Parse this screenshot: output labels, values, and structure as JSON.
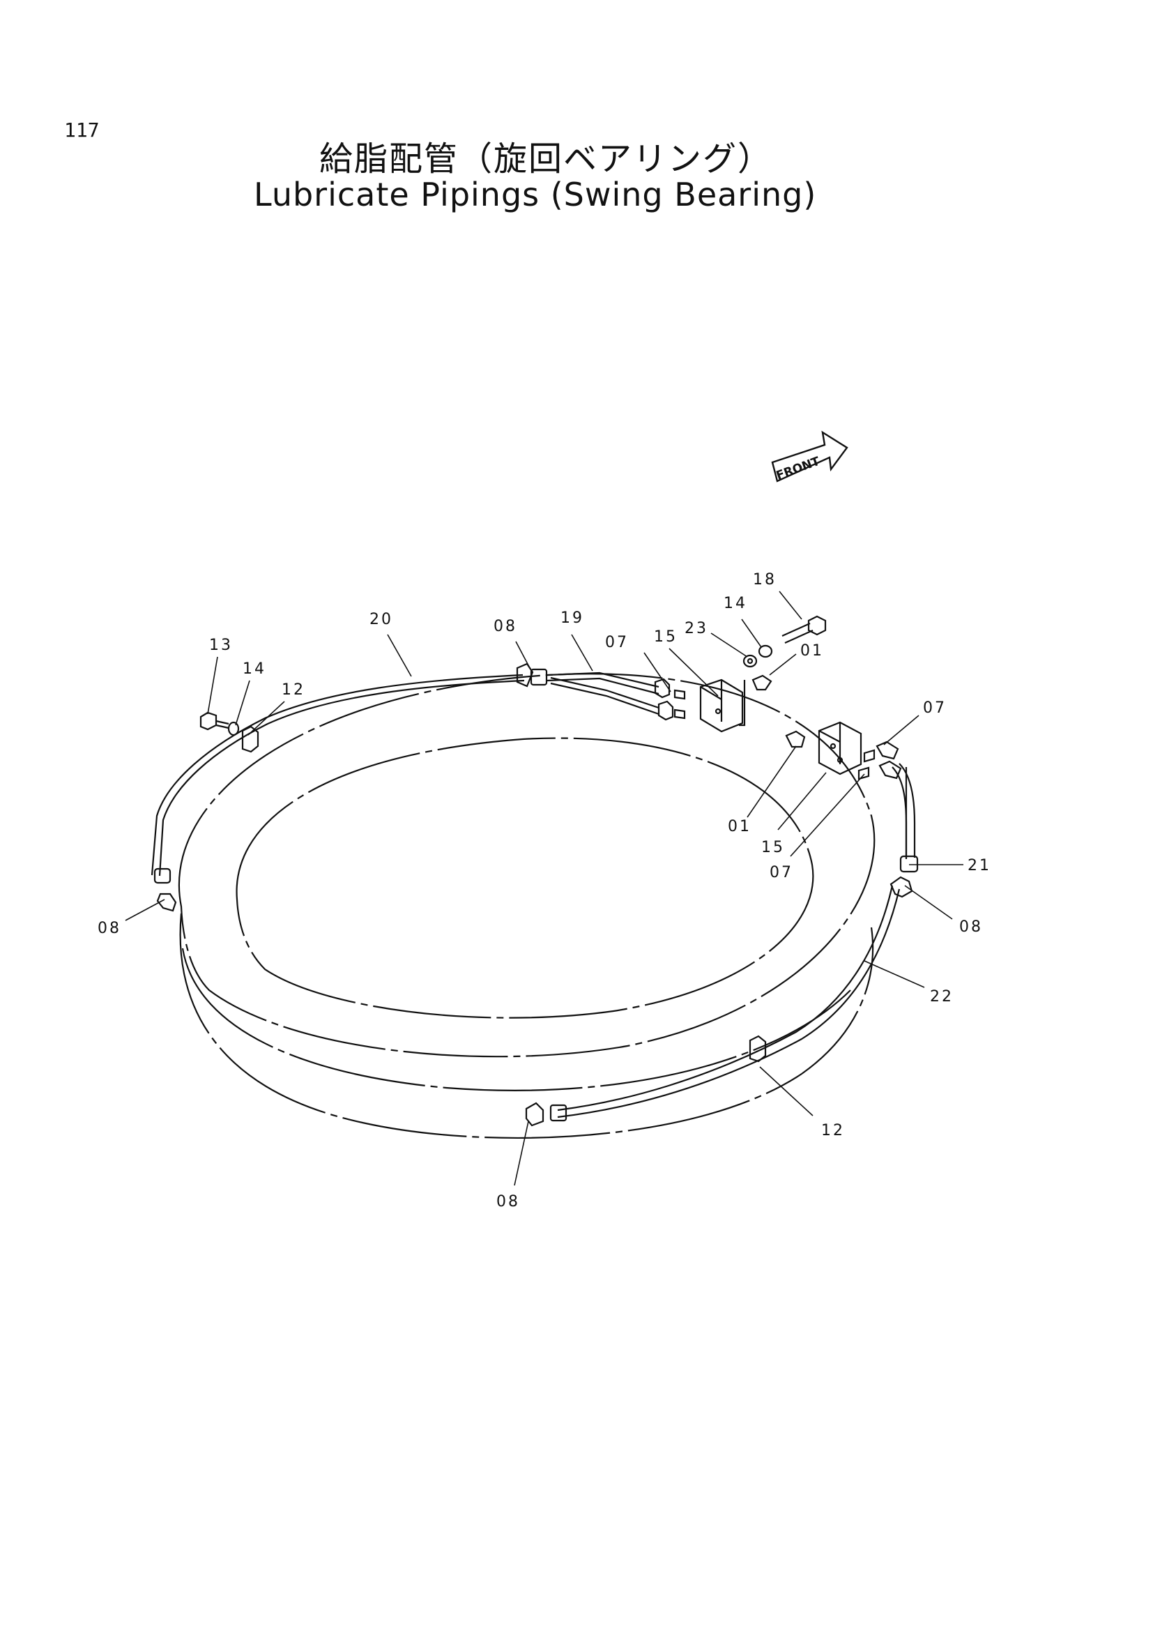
{
  "page_number": "117",
  "title_japanese": "給脂配管（旋回ベアリング）",
  "title_english": "Lubricate Pipings (Swing Bearing)",
  "front_indicator": "FRONT",
  "callouts": [
    {
      "id": "c18",
      "text": "18"
    },
    {
      "id": "c14-top",
      "text": "14"
    },
    {
      "id": "c23",
      "text": "23"
    },
    {
      "id": "c01-top",
      "text": "01"
    },
    {
      "id": "c20",
      "text": "20"
    },
    {
      "id": "c08-top",
      "text": "08"
    },
    {
      "id": "c19",
      "text": "19"
    },
    {
      "id": "c07-top",
      "text": "07"
    },
    {
      "id": "c15-top",
      "text": "15"
    },
    {
      "id": "c13",
      "text": "13"
    },
    {
      "id": "c14-left",
      "text": "14"
    },
    {
      "id": "c12-left",
      "text": "12"
    },
    {
      "id": "c07-right",
      "text": "07"
    },
    {
      "id": "c01-mid",
      "text": "01"
    },
    {
      "id": "c15-mid",
      "text": "15"
    },
    {
      "id": "c07-mid",
      "text": "07"
    },
    {
      "id": "c21",
      "text": "21"
    },
    {
      "id": "c08-left",
      "text": "08"
    },
    {
      "id": "c08-right",
      "text": "08"
    },
    {
      "id": "c22",
      "text": "22"
    },
    {
      "id": "c12-bottom",
      "text": "12"
    },
    {
      "id": "c08-bottom",
      "text": "08"
    }
  ]
}
